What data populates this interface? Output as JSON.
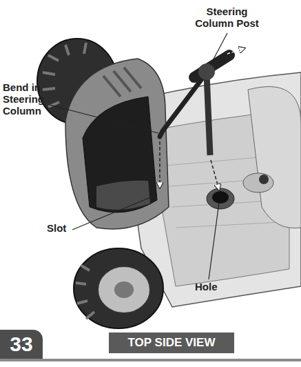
{
  "diagram": {
    "nodes": [
      {
        "text": [
          "33"
        ]
      },
      {
        "text": [
          "TOP SIDE VIEW"
        ]
      }
    ],
    "labels": [
      "Steering Column Post",
      "Bend in Steering Column",
      "Slot",
      "Hole"
    ]
  }
}
